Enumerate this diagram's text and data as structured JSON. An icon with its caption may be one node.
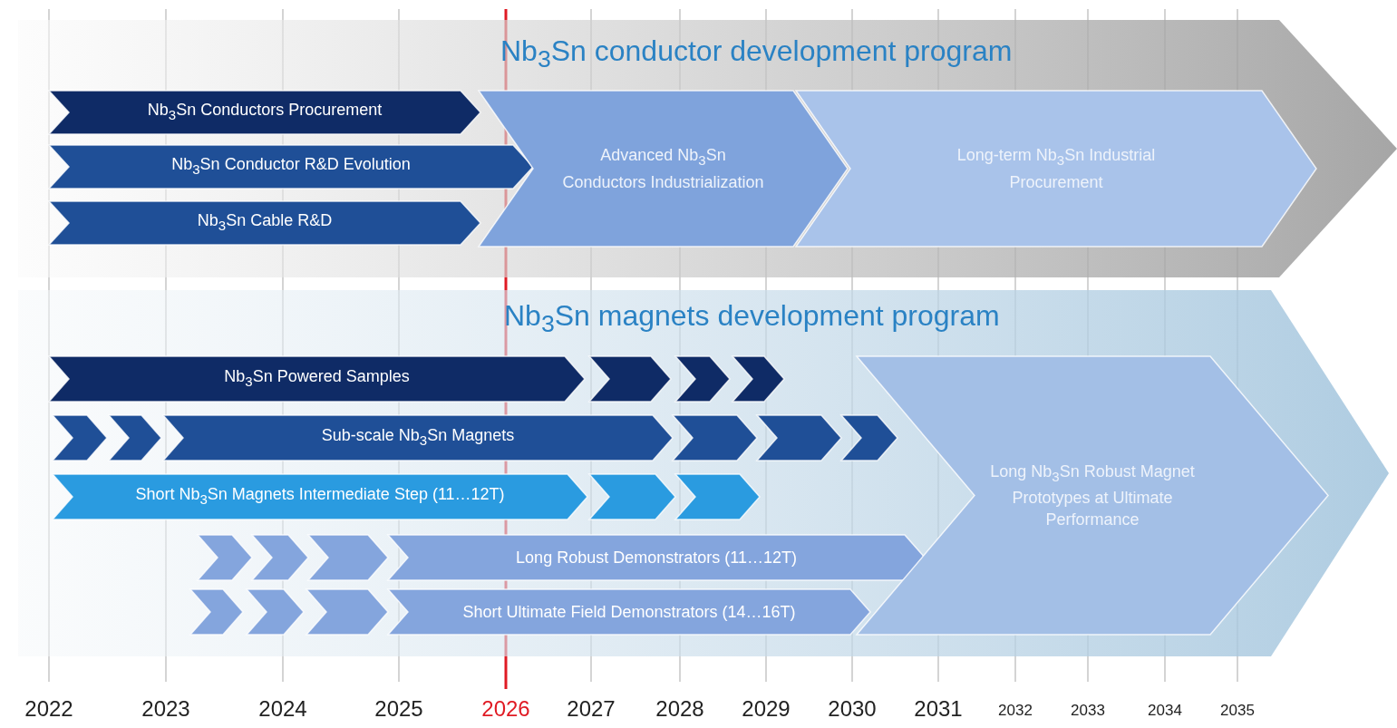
{
  "diagram": {
    "nodes": [
      {
        "text": [
          "Nb$_{3}$Sn conductor development program"
        ]
      },
      {
        "text": [
          "Nb$_{3}$Sn Conductors Procurement"
        ],
        "in": 0
      },
      {
        "text": [
          "Nb$_{3}$Sn Conductor R&D Evolution"
        ],
        "in": 0
      },
      {
        "text": [
          "Nb$_{3}$Sn Cable R&D"
        ],
        "in": 0
      },
      {
        "text": [
          "Advanced Nb$_{3}$Sn Conductors Industrialization"
        ],
        "in": 0
      },
      {
        "text": [
          "Long-term Nb$_{3}$Sn Industrial Procurement"
        ],
        "in": 0
      },
      {
        "text": [
          "Nb$_{3}$Sn magnets development program"
        ]
      },
      {
        "text": [
          "Nb$_{3}$Sn Powered Samples"
        ],
        "in": 6
      },
      {
        "text": [],
        "shape": "chevron",
        "in": 6
      },
      {
        "text": [],
        "shape": "chevron",
        "in": 6
      },
      {
        "text": [],
        "shape": "chevron",
        "in": 6
      },
      {
        "text": [],
        "shape": "chevron",
        "in": 6
      },
      {
        "text": [],
        "shape": "chevron",
        "in": 6
      },
      {
        "text": [
          "Sub-scale Nb$_{3}$Sn Magnets"
        ],
        "in": 6
      },
      {
        "text": [],
        "shape": "chevron",
        "in": 6
      },
      {
        "text": [],
        "shape": "chevron",
        "in": 6
      },
      {
        "text": [],
        "shape": "chevron",
        "in": 6
      },
      {
        "text": [
          "Short Nb$_{3}$Sn Magnets Intermediate Step (11…12T)"
        ],
        "in": 6
      },
      {
        "text": [],
        "shape": "chevron",
        "in": 6
      },
      {
        "text": [],
        "shape": "chevron",
        "in": 6
      },
      {
        "text": [],
        "shape": "chevron",
        "in": 6
      },
      {
        "text": [],
        "shape": "chevron",
        "in": 6
      },
      {
        "text": [],
        "shape": "chevron",
        "in": 6
      },
      {
        "text": [
          "Long Robust Demonstrators (11…12T)"
        ],
        "in": 6
      },
      {
        "text": [],
        "shape": "chevron",
        "in": 6
      },
      {
        "text": [],
        "shape": "chevron",
        "in": 6
      },
      {
        "text": [],
        "shape": "chevron",
        "in": 6
      },
      {
        "text": [
          "Short Ultimate Field Demonstrators (14…16T)"
        ],
        "in": 6
      },
      {
        "text": [
          "Long Nb$_{3}$Sn Robust Magnet Prototypes at Ultimate Performance"
        ],
        "in": 6
      }
    ],
    "labels": [
      "2022",
      "2023",
      "2024",
      "2025",
      "2026",
      "2027",
      "2028",
      "2029",
      "2030",
      "2031",
      "2032",
      "2033",
      "2034",
      "2035"
    ]
  }
}
